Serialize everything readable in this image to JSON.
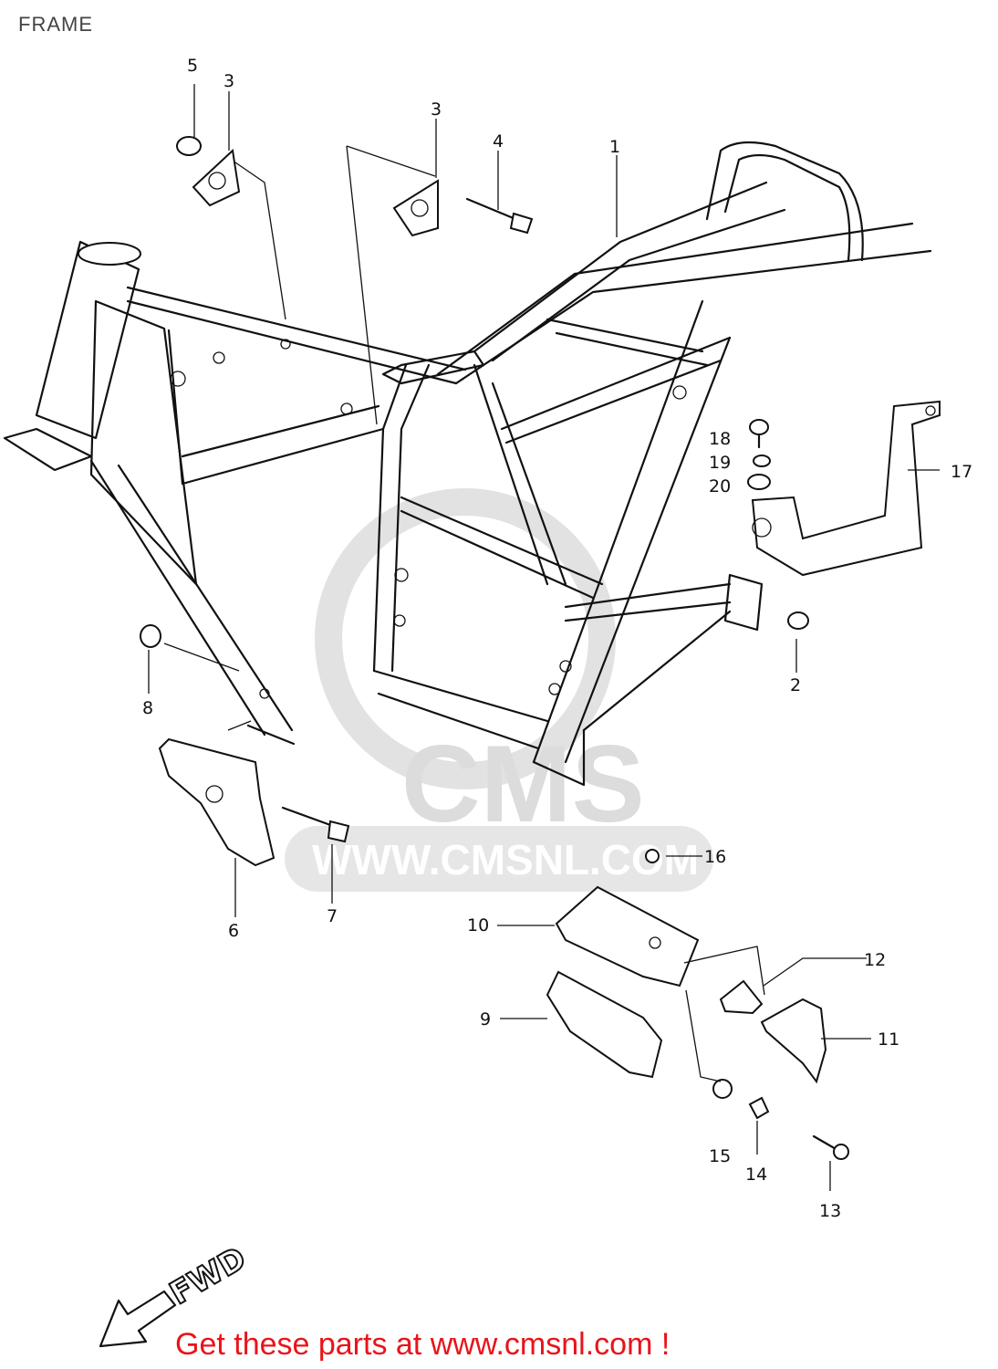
{
  "page": {
    "title": "FRAME",
    "footer_text": "Get these parts at www.cmsnl.com !",
    "footer_color": "#e8141a"
  },
  "watermark": {
    "brand": "CMS",
    "url": "WWW.CMSNL.COM",
    "color": "#d9d9d9"
  },
  "direction_label": "FWD",
  "callouts": [
    "1",
    "2",
    "3",
    "3",
    "4",
    "5",
    "6",
    "7",
    "8",
    "9",
    "10",
    "11",
    "12",
    "13",
    "14",
    "15",
    "16",
    "17",
    "18",
    "19",
    "20"
  ]
}
